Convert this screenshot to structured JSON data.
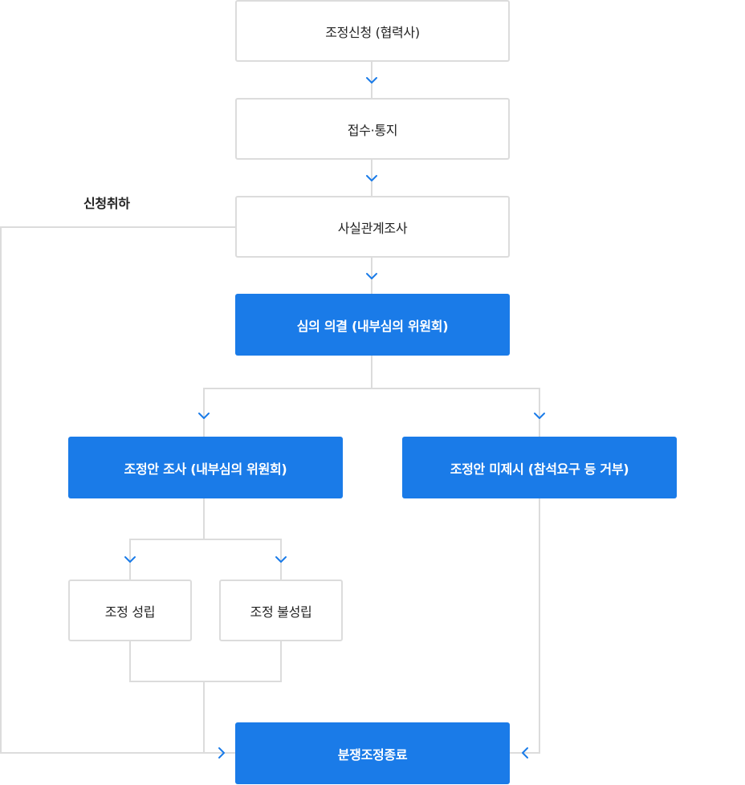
{
  "colors": {
    "accent": "#1a7be8",
    "line": "#dcdcdc",
    "arrow": "#1a7be8",
    "text": "#222222"
  },
  "nodes": {
    "apply": "조정신청 (협력사)",
    "receipt": "접수·통지",
    "investigation": "사실관계조사",
    "deliberation": "심의 의결 (내부심의 위원회)",
    "proposal_investigation": "조정안 조사 (내부심의 위원회)",
    "no_proposal": "조정안 미제시 (참석요구 등 거부)",
    "success": "조정 성립",
    "failure": "조정 불성립",
    "end": "분쟁조정종료"
  },
  "labels": {
    "withdraw": "신청취하"
  }
}
